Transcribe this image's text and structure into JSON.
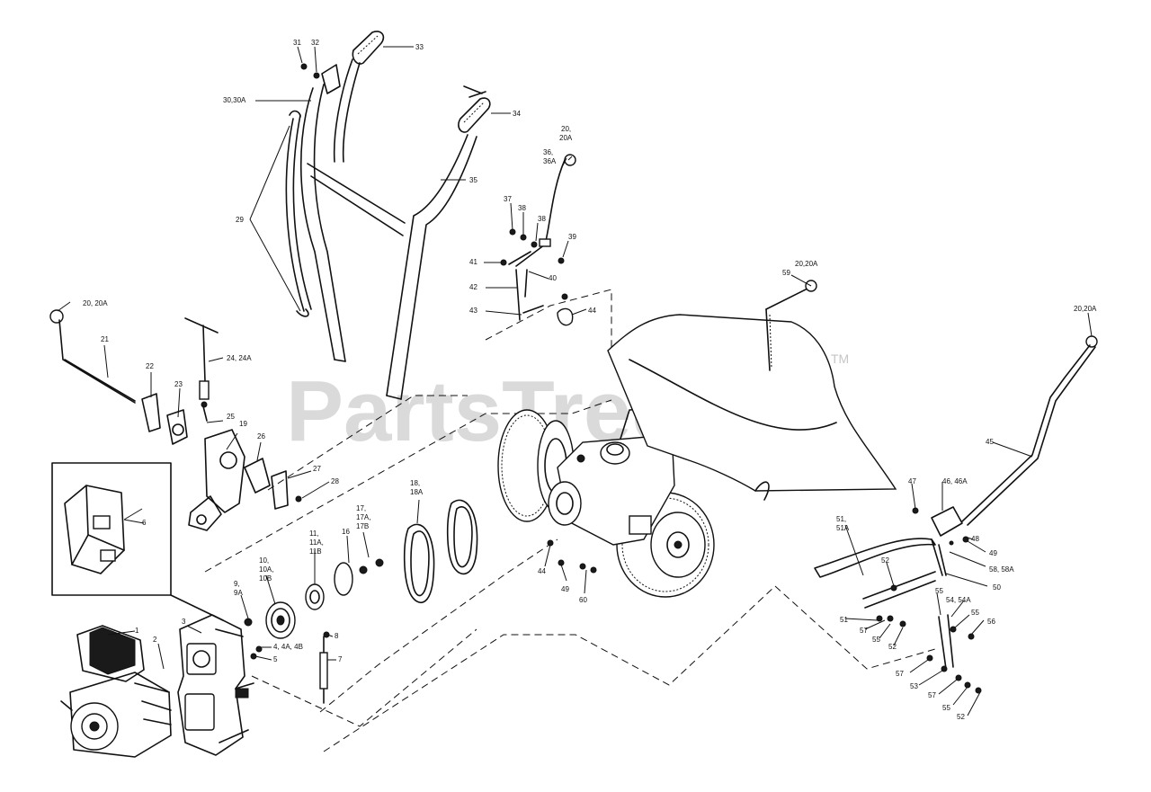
{
  "watermark": {
    "text": "PartsTree",
    "trademark": "TM"
  },
  "callouts": {
    "c1": "1",
    "c2": "2",
    "c3": "3",
    "c4": "4, 4A, 4B",
    "c5": "5",
    "c6": "6",
    "c7": "7",
    "c8": "8",
    "c9a": "9,",
    "c9b": "9A",
    "c10a": "10,",
    "c10b": "10A,",
    "c10c": "10B",
    "c11a": "11,",
    "c11b": "11A,",
    "c11c": "11B",
    "c16": "16",
    "c17a": "17,",
    "c17b": "17A,",
    "c17c": "17B",
    "c18a": "18,",
    "c18b": "18A",
    "c19": "19",
    "c20_20a_left": "20, 20A",
    "c21": "21",
    "c22": "22",
    "c23": "23",
    "c24": "24, 24A",
    "c25": "25",
    "c26": "26",
    "c27": "27",
    "c28": "28",
    "c29": "29",
    "c30": "30,30A",
    "c31": "31",
    "c32": "32",
    "c33": "33",
    "c34": "34",
    "c35": "35",
    "c20a_top_a": "20,",
    "c20a_top_b": "20A",
    "c36a": "36,",
    "c36b": "36A",
    "c37": "37",
    "c38a": "38",
    "c38b": "38",
    "c39": "39",
    "c40": "40",
    "c41": "41",
    "c42": "42",
    "c43": "43",
    "c44a": "44",
    "c59": "59",
    "c20_20a_mid": "20,20A",
    "c20_20a_right": "20,20A",
    "c44b": "44",
    "c45": "45",
    "c46": "46, 46A",
    "c47": "47",
    "c48": "48",
    "c49a": "49",
    "c49b": "49",
    "c60": "60",
    "c51a": "51,",
    "c51b": "51A",
    "c51c": "51",
    "c52a": "52",
    "c52b": "52",
    "c52c": "52",
    "c50": "50",
    "c58": "58, 58A",
    "c55a": "55",
    "c54": "54, 54A",
    "c55b": "55",
    "c56": "56",
    "c57a": "57",
    "c57b": "57",
    "c57c": "57",
    "c55c": "55",
    "c53": "53",
    "c55d": "55"
  }
}
